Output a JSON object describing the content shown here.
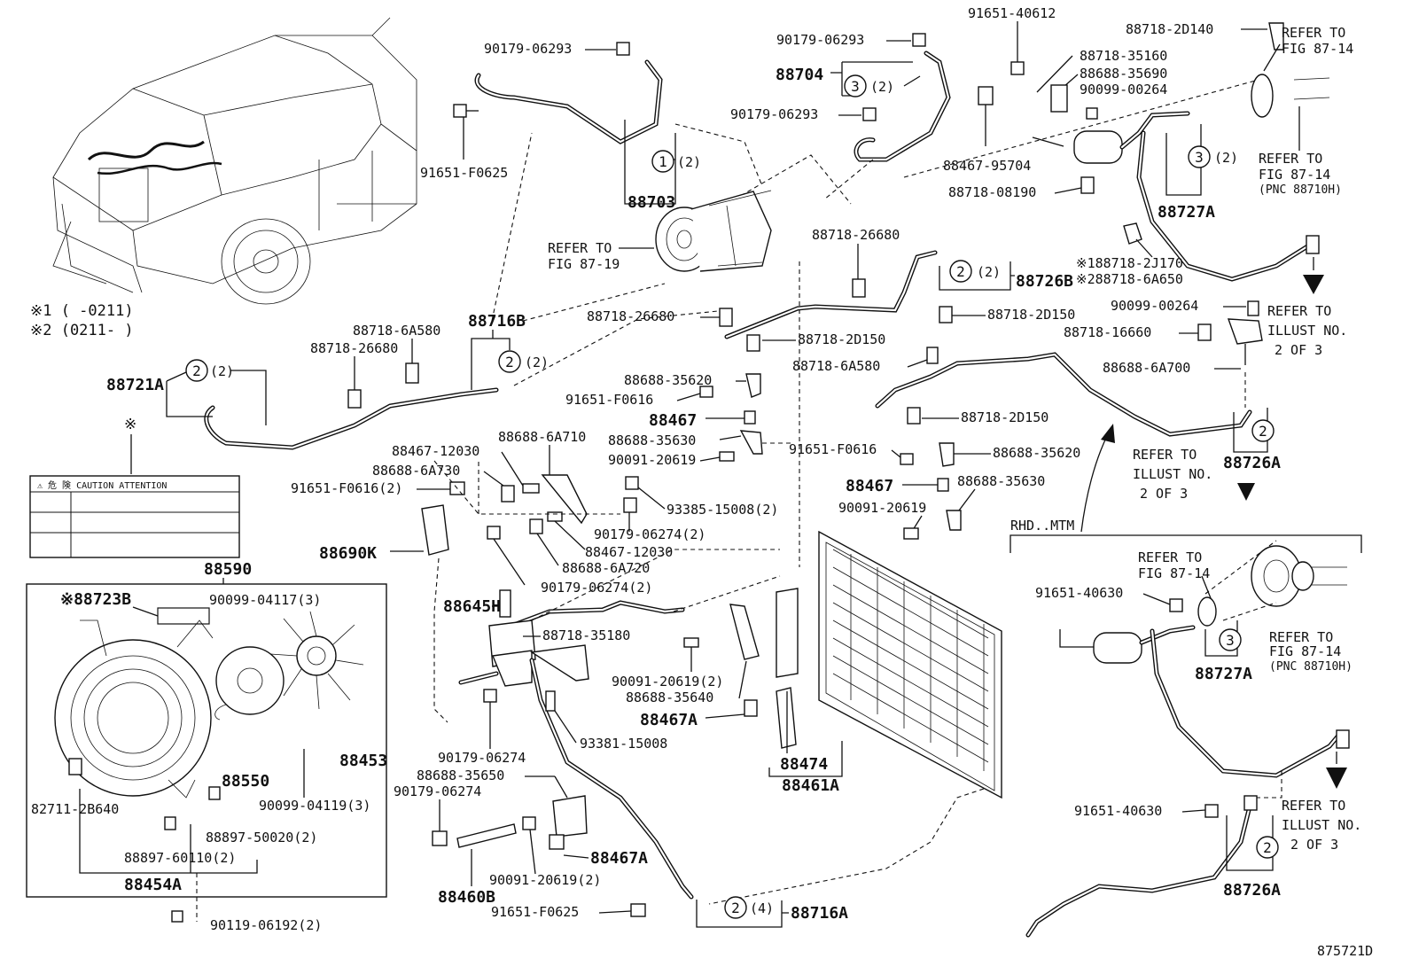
{
  "diagram_id": "875721D",
  "notes": {
    "note1": "※1 (      -0211)",
    "note2": "※2 (0211-       )",
    "star": "※"
  },
  "caution_label": {
    "header": "⚠ 危  険  CAUTION  ATTENTION"
  },
  "section_label": "RHD..MTM",
  "refs": {
    "fig8719_a": "REFER TO",
    "fig8719_b": "FIG 87-19",
    "fig8714_top_a": "REFER TO",
    "fig8714_top_b": "FIG 87-14",
    "fig8714_pnc_a": "REFER TO",
    "fig8714_pnc_b": "FIG 87-14",
    "fig8714_pnc_c": "(PNC 88710H)",
    "illust_right_a": "REFER TO",
    "illust_right_b": "ILLUST NO.",
    "illust_right_c": "2 OF 3",
    "illust_mid_a": "REFER TO",
    "illust_mid_b": "ILLUST NO.",
    "illust_mid_c": "2 OF 3",
    "rhd_fig8714_a": "REFER TO",
    "rhd_fig8714_b": "FIG 87-14",
    "rhd_fig8714_pnc_a": "REFER TO",
    "rhd_fig8714_pnc_b": "FIG 87-14",
    "rhd_fig8714_pnc_c": "(PNC 88710H)",
    "rhd_illust_a": "REFER TO",
    "rhd_illust_b": "ILLUST NO.",
    "rhd_illust_c": "2 OF 3"
  },
  "circles": {
    "c1": "1",
    "c2a": "2",
    "c2b": "2",
    "c2c": "2",
    "c2d": "2",
    "c2e": "2",
    "c2f": "2",
    "c3a": "3",
    "c3b": "3",
    "c3c": "3"
  },
  "qty": {
    "q_c1": "(2)",
    "q_c2a": "(2)",
    "q_c2b": "(2)",
    "q_c2c": "(2)",
    "q_c2e": "(4)",
    "q_c3a": "(2)",
    "q_c3b": "(2)"
  },
  "parts": {
    "p90179_06293_a": "90179-06293",
    "p91651_F0625_a": "91651-F0625",
    "p88703": "88703",
    "p90179_06293_b": "90179-06293",
    "p88704": "88704",
    "p90179_06293_c": "90179-06293",
    "p91651_40612": "91651-40612",
    "p88718_2D140": "88718-2D140",
    "p88718_35160": "88718-35160",
    "p88688_35690": "88688-35690",
    "p90099_00264_a": "90099-00264",
    "p88467_95704": "88467-95704",
    "p88718_08190": "88718-08190",
    "p88727A_top": "88727A",
    "p88718_2J170": "※188718-2J170",
    "p88718_6A650": "※288718-6A650",
    "p90099_00264_b": "90099-00264",
    "p88718_16660": "88718-16660",
    "p88688_6A700": "88688-6A700",
    "p88718_26680_a": "88718-26680",
    "p88726B": "88726B",
    "p88718_26680_b": "88718-26680",
    "p88718_2D150_a": "88718-2D150",
    "p88718_2D150_b": "88718-2D150",
    "p88718_2D150_c": "88718-2D150",
    "p88718_6A580_a": "88718-6A580",
    "p88718_6A580_b": "88718-6A580",
    "p88718_26680_c": "88718-26680",
    "p88716B": "88716B",
    "p88721A": "88721A",
    "p88688_35620_a": "88688-35620",
    "p91651_F0616_a": "91651-F0616",
    "p88467_a": "88467",
    "p88688_35630_a": "88688-35630",
    "p90091_20619_a": "90091-20619",
    "p88467_12030_a": "88467-12030",
    "p88688_6A710": "88688-6A710",
    "p88688_6A730": "88688-6A730",
    "p91651_F0616_2": "91651-F0616(2)",
    "p93385_15008": "93385-15008(2)",
    "p90179_06274_2a": "90179-06274(2)",
    "p88467_12030_b": "88467-12030",
    "p88688_6A720": "88688-6A720",
    "p90179_06274_2b": "90179-06274(2)",
    "p88690K": "88690K",
    "p91651_F0616_b": "91651-F0616",
    "p88688_35620_b": "88688-35620",
    "p88467_b": "88467",
    "p88688_35630_b": "88688-35630",
    "p90091_20619_b": "90091-20619",
    "p88726A_mid": "88726A",
    "p88590": "88590",
    "p88723B": "※88723B",
    "p90099_04117": "90099-04117(3)",
    "p88550": "88550",
    "p88453": "88453",
    "p90099_04119": "90099-04119(3)",
    "p82711_2B640": "82711-2B640",
    "p88897_50020": "88897-50020(2)",
    "p88897_60110": "88897-60110(2)",
    "p88454A": "88454A",
    "p90119_06192": "90119-06192(2)",
    "p88645H": "88645H",
    "p88718_35180": "88718-35180",
    "p90091_20619_2": "90091-20619(2)",
    "p88688_35640": "88688-35640",
    "p88467A_a": "88467A",
    "p88474": "88474",
    "p93381_15008": "93381-15008",
    "p90179_06274_a": "90179-06274",
    "p88461A": "88461A",
    "p88688_35650": "88688-35650",
    "p90179_06274_b": "90179-06274",
    "p88467A_b": "88467A",
    "p90091_20619_2b": "90091-20619(2)",
    "p88460B": "88460B",
    "p91651_F0625_b": "91651-F0625",
    "p88716A": "88716A",
    "p91651_40630_a": "91651-40630",
    "p88727A_rhd": "88727A",
    "p91651_40630_b": "91651-40630",
    "p88726A_rhd": "88726A"
  }
}
